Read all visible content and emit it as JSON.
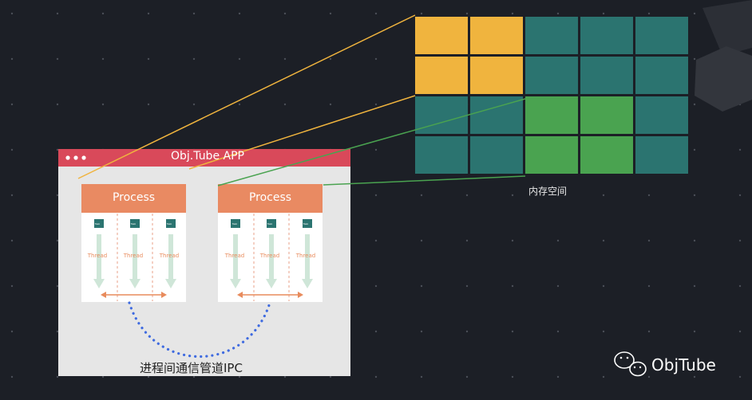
{
  "app": {
    "title": "Obj.Tube APP"
  },
  "processes": [
    {
      "label": "Process",
      "threads": [
        "Thread",
        "Thread",
        "Thread"
      ],
      "task_label": "Task"
    },
    {
      "label": "Process",
      "threads": [
        "Thread",
        "Thread",
        "Thread"
      ],
      "task_label": "Task"
    }
  ],
  "memory": {
    "caption": "内存空间",
    "grid": [
      [
        "yellow",
        "yellow",
        "teal",
        "teal",
        "teal"
      ],
      [
        "yellow",
        "yellow",
        "teal",
        "teal",
        "teal"
      ],
      [
        "teal",
        "teal",
        "green",
        "green",
        "teal"
      ],
      [
        "teal",
        "teal",
        "green",
        "green",
        "teal"
      ]
    ]
  },
  "ipc": {
    "caption": "进程间通信管道IPC"
  },
  "brand": {
    "name": "ObjTube",
    "icon": "wechat-icon"
  },
  "colors": {
    "background": "#1c1f26",
    "titlebar": "#d9495a",
    "process": "#e98a62",
    "yellow": "#f0b43e",
    "teal": "#2b7470",
    "green": "#4aa350",
    "ipc_dots": "#3f6be0",
    "thread_arrow": "#cfe6d8"
  }
}
